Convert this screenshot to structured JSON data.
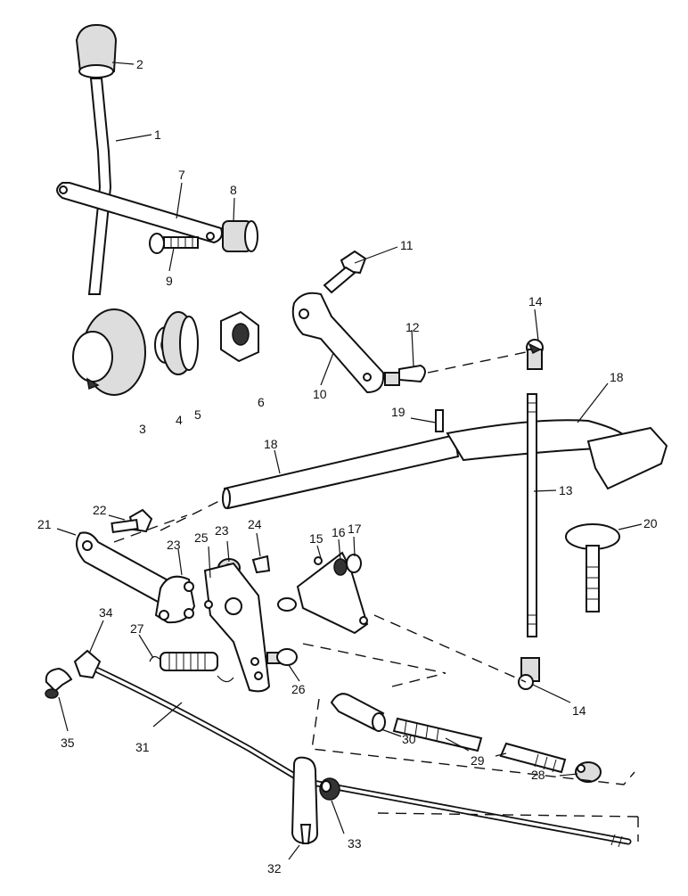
{
  "labels": [
    "1",
    "2",
    "3",
    "4",
    "5",
    "6",
    "7",
    "8",
    "9",
    "10",
    "11",
    "12",
    "13",
    "14",
    "18",
    "19",
    "18",
    "20",
    "22",
    "21",
    "23",
    "25",
    "23",
    "24",
    "15",
    "16",
    "17",
    "34",
    "27",
    "35",
    "26",
    "14",
    "30",
    "29",
    "28",
    "31",
    "32",
    "33"
  ]
}
